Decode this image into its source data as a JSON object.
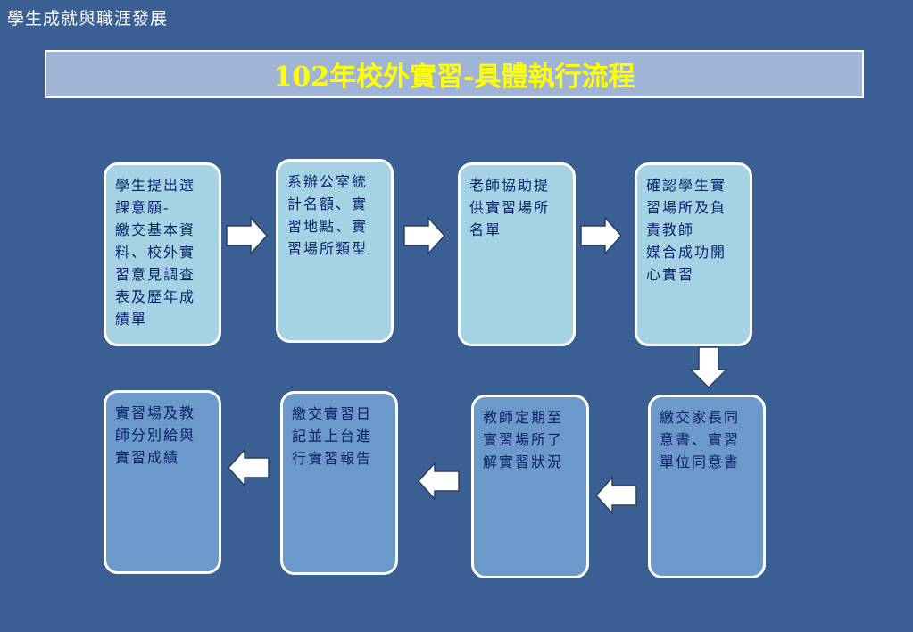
{
  "header": {
    "label": "學生成就與職涯發展"
  },
  "title": "102年校外實習-具體執行流程",
  "steps": [
    {
      "text": "學生提出選課意願-\n繳交基本資料、校外實習意見調查表及歷年成績單"
    },
    {
      "text": "系辦公室統計名額、實習地點、實習場所類型"
    },
    {
      "text": "老師協助提供實習場所名單"
    },
    {
      "text": "確認學生實習場所及負責教師\n媒合成功開心實習"
    },
    {
      "text": "繳交家長同意書、實習單位同意書"
    },
    {
      "text": "教師定期至實習場所了解實習狀況"
    },
    {
      "text": "繳交實習日記並上台進行實習報告"
    },
    {
      "text": "實習場及教師分別給與實習成績"
    }
  ],
  "colors": {
    "background": "#3a5f93",
    "title_text": "#ffff00",
    "step_light": "#a6d3e4",
    "step_dark": "#6b99c9",
    "step_text": "#0a1f6b"
  }
}
